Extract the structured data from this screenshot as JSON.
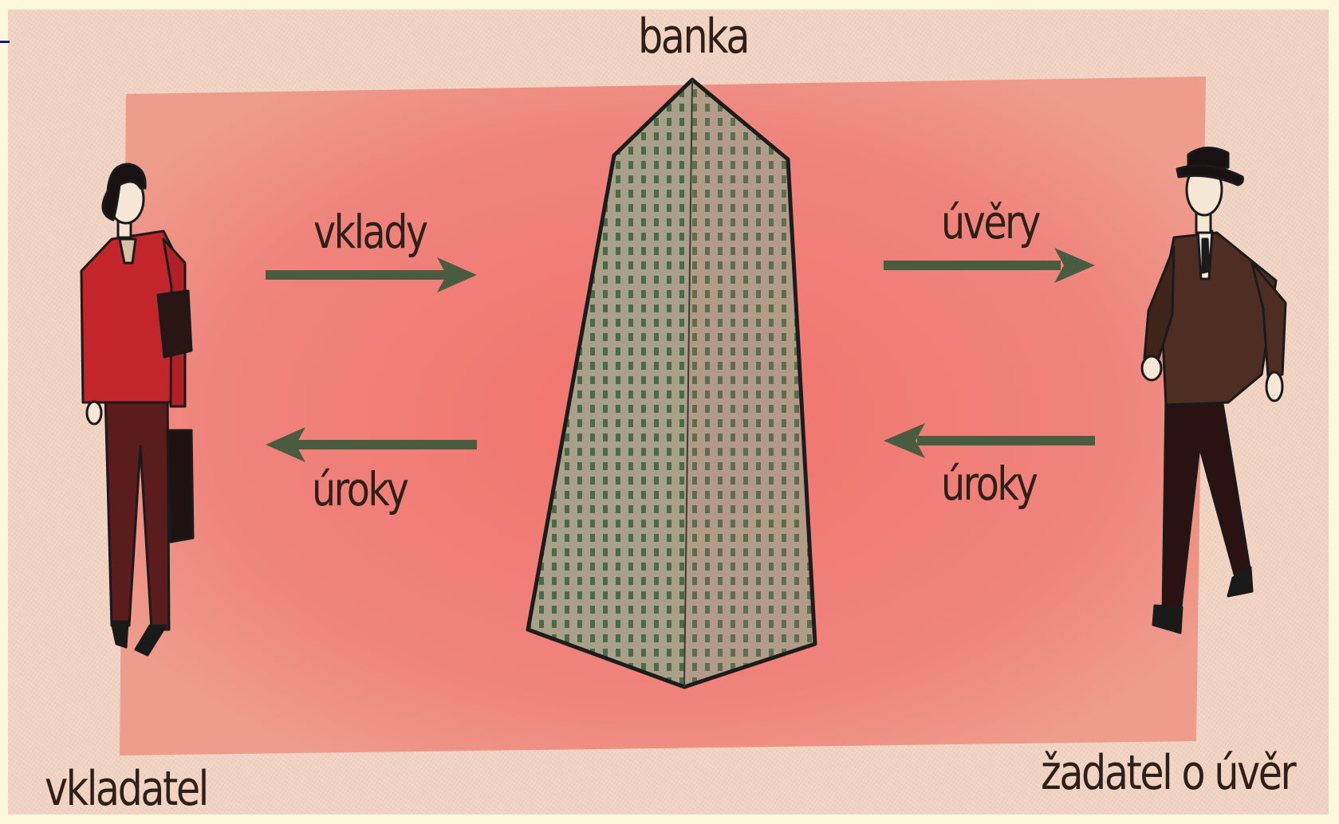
{
  "diagram": {
    "bank_label": "banka",
    "depositor_label": "vkladatel",
    "borrower_label": "žadatel o úvěr",
    "arrows": {
      "deposits_label": "vklady",
      "interest_to_depositor_label": "úroky",
      "loans_label": "úvěry",
      "interest_from_borrower_label": "úroky"
    }
  },
  "colors": {
    "accent_rect": "#ee7f78",
    "arrow": "#4a5c3f",
    "building": "#a29a84",
    "building_windows": "#4d6a48",
    "woman_suit": "#c2262a",
    "woman_trousers": "#5a1c1c",
    "man_suit": "#4e2e22",
    "man_trousers": "#2a1212"
  }
}
